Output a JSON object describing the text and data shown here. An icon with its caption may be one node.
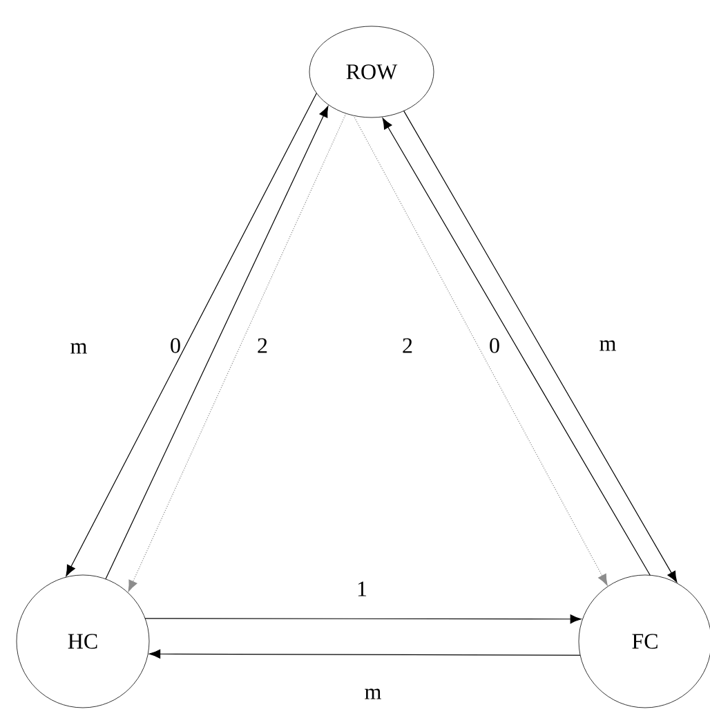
{
  "diagram": {
    "nodes": [
      {
        "text": [
          "ROW"
        ]
      },
      {
        "text": [
          "HC"
        ]
      },
      {
        "text": [
          "FC"
        ]
      }
    ],
    "edges": [
      {
        "from": 0,
        "to": 1,
        "arrow": "to",
        "label": "m"
      },
      {
        "from": 1,
        "to": 0,
        "arrow": "to",
        "label": "0"
      },
      {
        "from": 0,
        "to": 1,
        "arrow": "to",
        "label": "2",
        "style": "dashed",
        "color": "#8c8c8c"
      },
      {
        "from": 0,
        "to": 2,
        "arrow": "to",
        "label": "2",
        "style": "dashed",
        "color": "#8c8c8c"
      },
      {
        "from": 2,
        "to": 0,
        "arrow": "to",
        "label": "0"
      },
      {
        "from": 0,
        "to": 2,
        "arrow": "to",
        "label": "m"
      },
      {
        "from": 1,
        "to": 2,
        "arrow": "to",
        "label": "1"
      },
      {
        "from": 2,
        "to": 1,
        "arrow": "to",
        "label": "m"
      }
    ]
  }
}
